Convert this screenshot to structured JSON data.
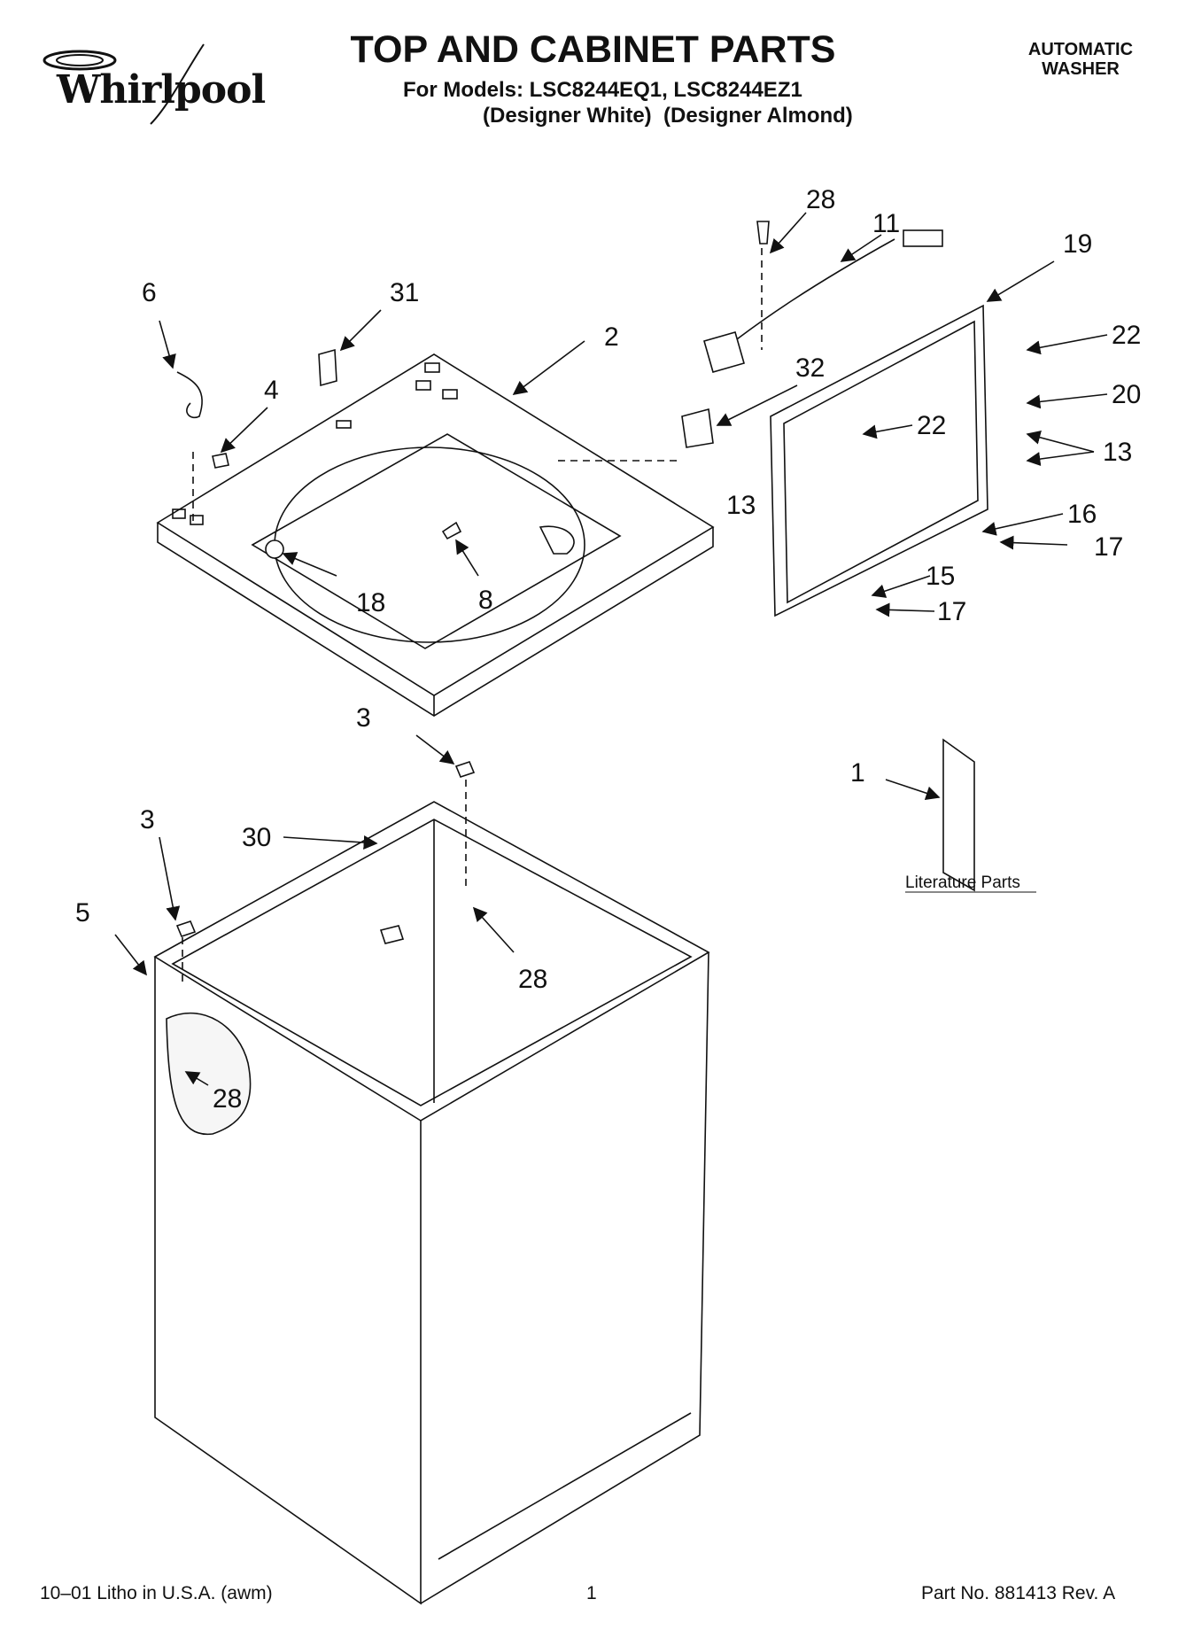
{
  "header": {
    "brand": "Whirlpool",
    "title": "TOP AND CABINET PARTS",
    "models_line": "For Models: LSC8244EQ1, LSC8244EZ1",
    "colors_line": "(Designer White)  (Designer Almond)",
    "product_line1": "AUTOMATIC",
    "product_line2": "WASHER"
  },
  "callouts": {
    "c28a": "28",
    "c11": "11",
    "c19": "19",
    "c22a": "22",
    "c20": "20",
    "c22b": "22",
    "c13a": "13",
    "c16": "16",
    "c17a": "17",
    "c15": "15",
    "c17b": "17",
    "c13b": "13",
    "c6": "6",
    "c31": "31",
    "c2": "2",
    "c4": "4",
    "c32": "32",
    "c18": "18",
    "c8": "8",
    "c3a": "3",
    "c3b": "3",
    "c30": "30",
    "c5": "5",
    "c28b": "28",
    "c28c": "28",
    "c1": "1"
  },
  "literature_label": "Literature Parts",
  "footer": {
    "left": "10–01 Litho in U.S.A. (awm)",
    "page": "1",
    "right": "Part No. 881413 Rev. A"
  },
  "icons": [
    "whirlpool-logo-icon"
  ]
}
